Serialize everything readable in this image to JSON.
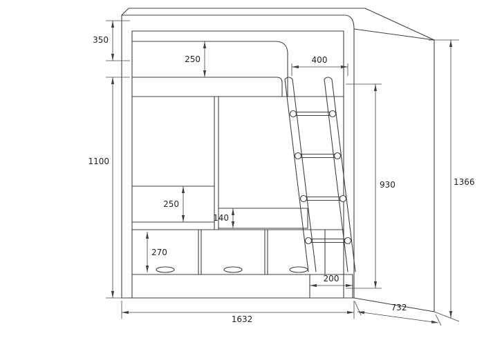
{
  "drawing": {
    "kind": "furniture-technical-drawing",
    "subject": "loft-bunk-bed-with-drawers-and-ladder",
    "colors": {
      "line": "#3f3f3f",
      "background": "#ffffff",
      "text": "#1f1f1f"
    }
  },
  "labels": {
    "h350": "350",
    "h250_top": "250",
    "w400": "400",
    "h1100": "1100",
    "h930": "930",
    "h1366": "1366",
    "h250_low": "250",
    "h140": "140",
    "h270": "270",
    "w200": "200",
    "w1632": "1632",
    "d732": "732"
  }
}
